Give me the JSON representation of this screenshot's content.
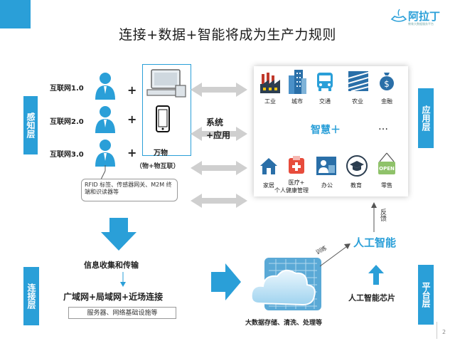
{
  "title": "连接+数据+智能将成为生产力规则",
  "logo": {
    "name": "阿拉丁",
    "sub": "教育大数据服务平台"
  },
  "side_tags": {
    "perception": "感知层",
    "application": "应用层",
    "connection": "连接层",
    "platform": "平台层"
  },
  "networks": [
    {
      "label": "互联网1.0"
    },
    {
      "label": "互联网2.0"
    },
    {
      "label": "互联网3.0"
    }
  ],
  "plus": "+",
  "things": {
    "label": "万物",
    "sub": "（物+物互联）"
  },
  "rfid_text": "RFID 标签、传感器网关、M2M 终端和识读器等",
  "system_app": {
    "line1": "系统",
    "line2": "+应用"
  },
  "app_icons_top": [
    {
      "label": "工业",
      "icon": "factory-icon"
    },
    {
      "label": "城市",
      "icon": "city-icon"
    },
    {
      "label": "交通",
      "icon": "bus-icon"
    },
    {
      "label": "农业",
      "icon": "field-icon"
    },
    {
      "label": "金融",
      "icon": "money-bag-icon"
    }
  ],
  "wisdom": "智慧＋",
  "dots": "…",
  "app_icons_bottom": [
    {
      "label": "家居",
      "icon": "house-icon"
    },
    {
      "label": "医疗+\n个人健康管理",
      "label1": "医疗+",
      "label2": "个人健康管理",
      "icon": "medical-icon"
    },
    {
      "label": "办公",
      "icon": "office-icon"
    },
    {
      "label": "教育",
      "icon": "graduation-icon"
    },
    {
      "label": "零售",
      "icon": "open-sign-icon"
    }
  ],
  "info_collect": "信息收集和传输",
  "wan": "广域网+局域网+近场连接",
  "servers": "服务器、网络基础设施等",
  "big_data": "大数据存储、清洗、处理等",
  "train": "训练",
  "ai": "人工智能",
  "feedback": "反馈",
  "ai_chip": "人工智能芯片",
  "page_number": "2",
  "colors": {
    "accent": "#2a9fd8",
    "gray_arrow": "#c8c8c8"
  }
}
